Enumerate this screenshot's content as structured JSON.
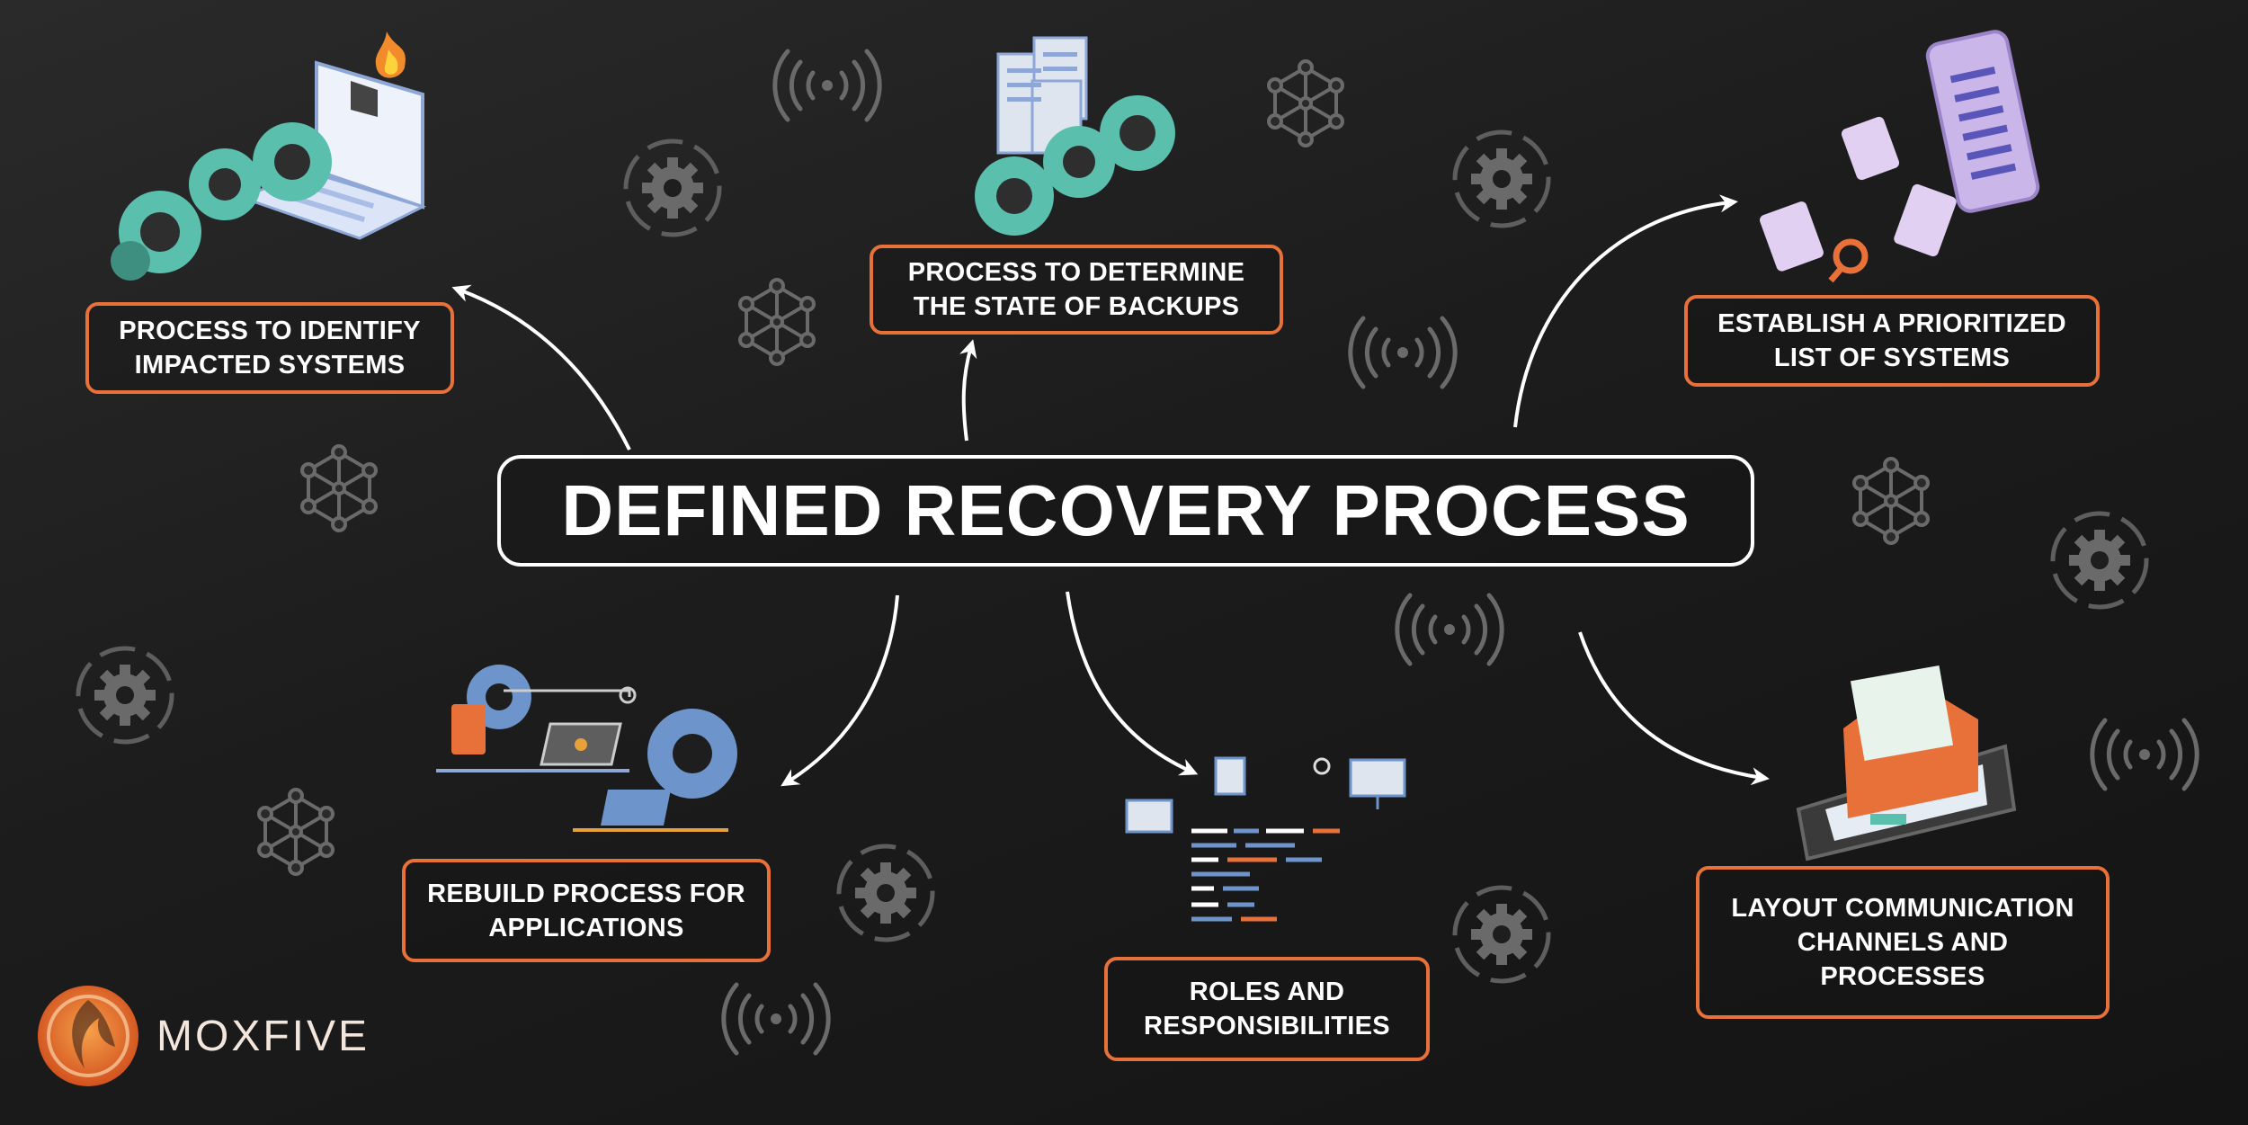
{
  "title": "DEFINED RECOVERY PROCESS",
  "steps": [
    {
      "label": "PROCESS TO IDENTIFY\nIMPACTED SYSTEMS"
    },
    {
      "label": "PROCESS TO DETERMINE\nTHE STATE OF BACKUPS"
    },
    {
      "label": "ESTABLISH A PRIORITIZED\nLIST OF SYSTEMS"
    },
    {
      "label": "REBUILD PROCESS FOR\nAPPLICATIONS"
    },
    {
      "label": "ROLES AND\nRESPONSIBILITIES"
    },
    {
      "label": "LAYOUT COMMUNICATION\nCHANNELS AND\nPROCESSES"
    }
  ],
  "brand": {
    "name": "MOXFIVE"
  },
  "colors": {
    "accent": "#e8713a",
    "teal": "#5bbfae",
    "background": "#1e1e1e",
    "text": "#ffffff"
  },
  "icons": [
    "gear-cycle-icon",
    "network-node-icon",
    "wireless-signal-icon",
    "laptop-gears-illustration",
    "server-gears-illustration",
    "checklist-illustration",
    "rebuild-gears-illustration",
    "code-roles-illustration",
    "email-envelope-illustration"
  ]
}
